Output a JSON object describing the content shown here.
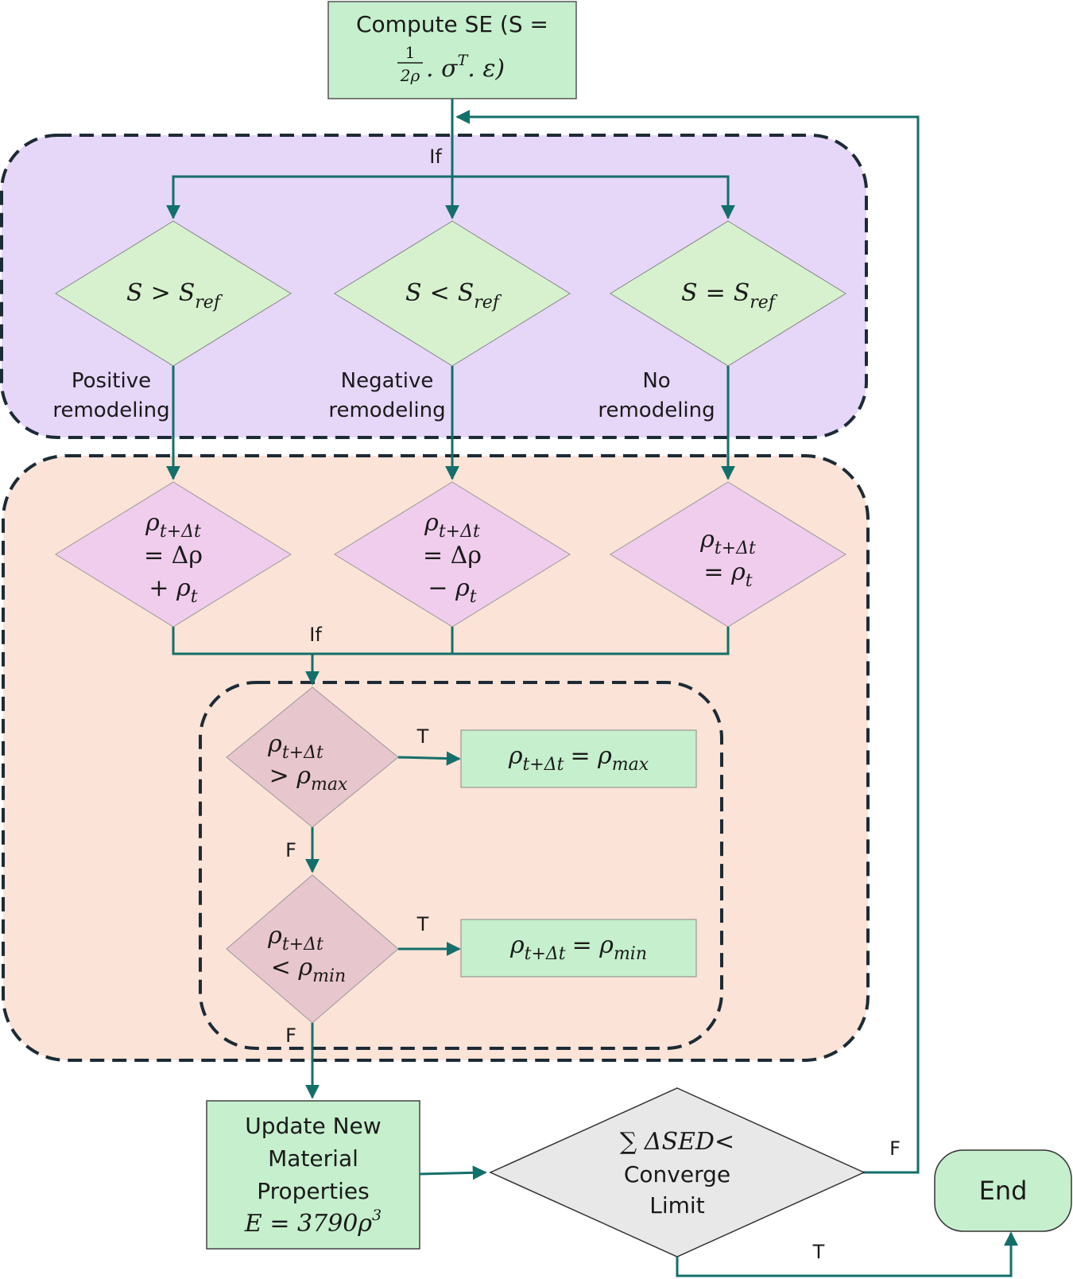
{
  "start": {
    "line1": "Compute SE (S =",
    "frac_num": "1",
    "frac_den": "2ρ",
    "line2_rest": ". σ",
    "sup": "T",
    "line2_end": ". ε)"
  },
  "if_labels": {
    "top": "If",
    "middle": "If"
  },
  "conditions": [
    {
      "lhs": "S",
      "op": ">",
      "rhs": "S",
      "sub": "ref",
      "caption1": "Positive",
      "caption2": "remodeling"
    },
    {
      "lhs": "S",
      "op": "<",
      "rhs": "S",
      "sub": "ref",
      "caption1": "Negative",
      "caption2": "remodeling"
    },
    {
      "lhs": "S",
      "op": "=",
      "rhs": "S",
      "sub": "ref",
      "caption1": "No",
      "caption2": "remodeling"
    }
  ],
  "updates": [
    {
      "l1": "ρ",
      "l1sub": "t+Δt",
      "l2": "= Δρ",
      "l3": "+ ρ",
      "l3sub": "t"
    },
    {
      "l1": "ρ",
      "l1sub": "t+Δt",
      "l2": "= Δρ",
      "l3": "− ρ",
      "l3sub": "t"
    },
    {
      "l1": "ρ",
      "l1sub": "t+Δt",
      "l2": "= ρ",
      "l2sub": "t"
    }
  ],
  "checks": {
    "max": {
      "l1": "ρ",
      "l1sub": "t+Δt",
      "l2": "> ρ",
      "l2sub": "max",
      "result": "ρ",
      "result_sub": "t+Δt",
      "result_rhs": "= ρ",
      "result_rhs_sub": "max"
    },
    "min": {
      "l1": "ρ",
      "l1sub": "t+Δt",
      "l2": "< ρ",
      "l2sub": "min",
      "result": "ρ",
      "result_sub": "t+Δt",
      "result_rhs": "= ρ",
      "result_rhs_sub": "min"
    }
  },
  "branch_labels": {
    "true": "T",
    "false": "F"
  },
  "update_props": {
    "line1": "Update New",
    "line2": "Material",
    "line3": "Properties",
    "formula": "E = 3790ρ",
    "formula_sup": "3"
  },
  "converge": {
    "line1": "∑ ΔSED<",
    "line2": "Converge",
    "line3": "Limit"
  },
  "end": {
    "label": "End"
  },
  "colors": {
    "connector": "#136f6a",
    "green_fill": "#c6efcd",
    "purple_region": "#e6d6f8",
    "peach_region": "#fbe3d7",
    "pink_diamond": "#f0cdec",
    "mauve_diamond": "#e8c6cd",
    "grey_diamond": "#e8e8e8",
    "dash": "#1c2b36"
  }
}
